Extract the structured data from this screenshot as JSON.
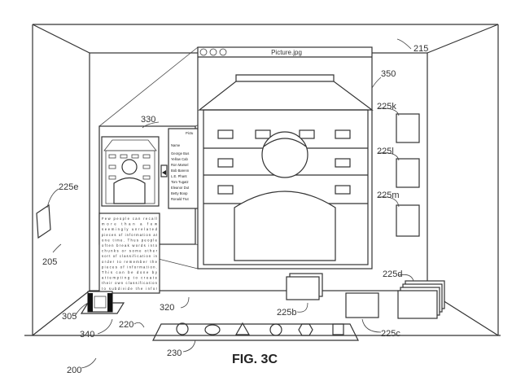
{
  "figure": {
    "title": "FIG. 3C",
    "window_title": "Picture.jpg",
    "list_header": "Pictu",
    "list_column": "Name",
    "list_items": [
      "George Bus",
      "Yellow Cab",
      "Ron Marsel",
      "Bob Barenn",
      "L.E. Phant",
      "Tom Tugatz",
      "Eleanor Dut",
      "Betty Boop",
      "Ronald Trut"
    ],
    "text_lines": [
      "Few people can recall",
      "more than a few",
      "seemingly unrelated",
      "pieces of information at",
      "one time. Thus people",
      "often break words into",
      "chunks or some other",
      "sort of classification in",
      "order to remember the",
      "pieces of information.",
      "This can be done by",
      "attempting to create",
      "their own classification",
      "to subdivide the infor"
    ],
    "labels": {
      "l200": "200",
      "l205": "205",
      "l215": "215",
      "l220": "220",
      "l225b": "225b",
      "l225c": "225c",
      "l225d": "225d",
      "l225e": "225e",
      "l225k": "225k",
      "l225l": "225l",
      "l225m": "225m",
      "l230": "230",
      "l305": "305",
      "l320": "320",
      "l330": "330",
      "l340": "340",
      "l350": "350"
    }
  }
}
